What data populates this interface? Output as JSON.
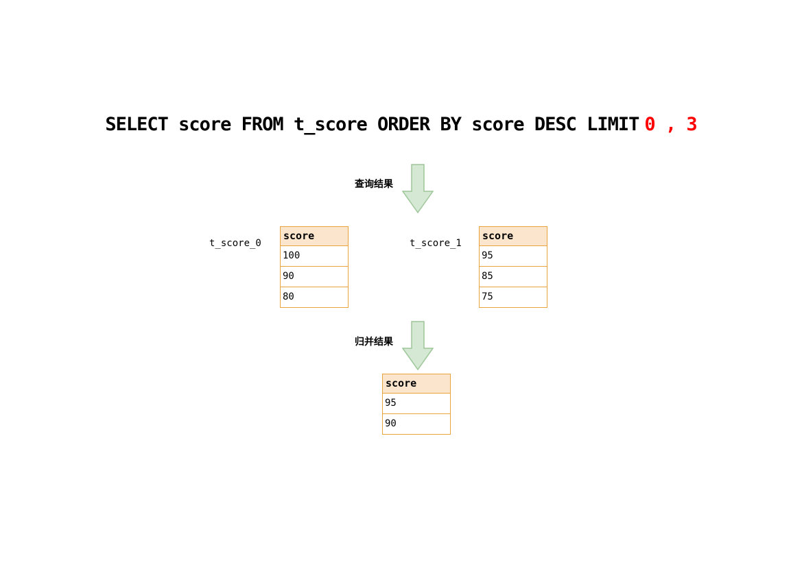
{
  "title": {
    "main": "SELECT score FROM t_score ORDER BY score DESC LIMIT",
    "highlight": "0 , 3"
  },
  "colors": {
    "highlight": "#ff0000",
    "table_border": "#e8a33d",
    "header_fill": "#fce5cd",
    "arrow_fill": "#d5e8d4",
    "arrow_border": "#9dc698"
  },
  "steps": {
    "query": {
      "label": "查询结果"
    },
    "merge": {
      "label": "归并结果"
    }
  },
  "tables": {
    "shard0": {
      "name": "t_score_0",
      "header": "score",
      "rows": [
        "100",
        "90",
        "80"
      ]
    },
    "shard1": {
      "name": "t_score_1",
      "header": "score",
      "rows": [
        "95",
        "85",
        "75"
      ]
    },
    "merged": {
      "header": "score",
      "rows": [
        "95",
        "90"
      ]
    }
  }
}
